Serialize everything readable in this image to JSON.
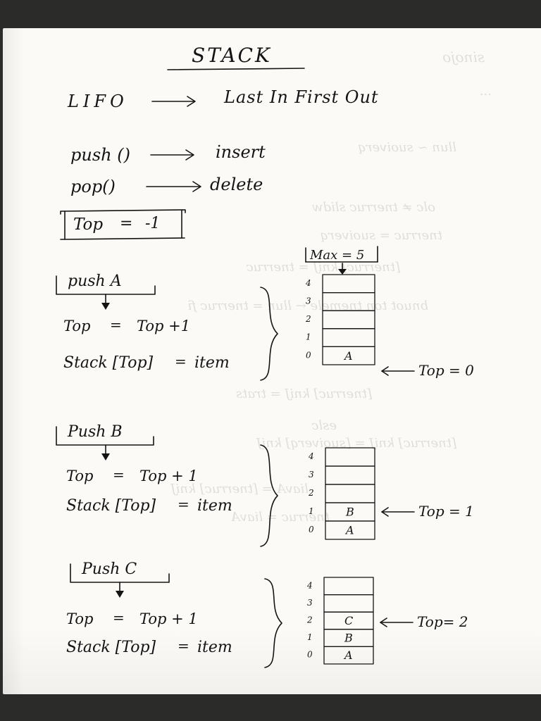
{
  "title": "STACK",
  "lifo": {
    "term": "LIFO",
    "meaning": "Last In First Out"
  },
  "operations": [
    {
      "name": "push ()",
      "meaning": "insert"
    },
    {
      "name": "pop()",
      "meaning": "delete"
    }
  ],
  "initial": {
    "label": "Top",
    "eq": "=",
    "value": "-1"
  },
  "max": {
    "label": "Max = 5"
  },
  "steps": [
    {
      "heading": "push A",
      "line1": {
        "left": "Top",
        "eq": "=",
        "right": "Top +1"
      },
      "line2": {
        "left": "Stack [Top]",
        "eq": "=",
        "right": "item"
      },
      "indices": [
        "4",
        "3",
        "2",
        "1",
        "0"
      ],
      "cells": [
        "",
        "",
        "",
        "",
        "A"
      ],
      "pointer": "Top = 0"
    },
    {
      "heading": "Push B",
      "line1": {
        "left": "Top",
        "eq": "=",
        "right": "Top + 1"
      },
      "line2": {
        "left": "Stack [Top]",
        "eq": "=",
        "right": "item"
      },
      "indices": [
        "4",
        "3",
        "2",
        "1",
        "0"
      ],
      "cells": [
        "",
        "",
        "",
        "B",
        "A"
      ],
      "pointer": "Top = 1"
    },
    {
      "heading": "Push C",
      "line1": {
        "left": "Top",
        "eq": "=",
        "right": "Top + 1"
      },
      "line2": {
        "left": "Stack [Top]",
        "eq": "=",
        "right": "item"
      },
      "indices": [
        "4",
        "3",
        "2",
        "1",
        "0"
      ],
      "cells": [
        "",
        "",
        "C",
        "B",
        "A"
      ],
      "pointer": "Top= 2"
    }
  ],
  "colors": {
    "ink": "#141414",
    "paper": "#fbfaf7",
    "background": "#2b2b2a"
  }
}
